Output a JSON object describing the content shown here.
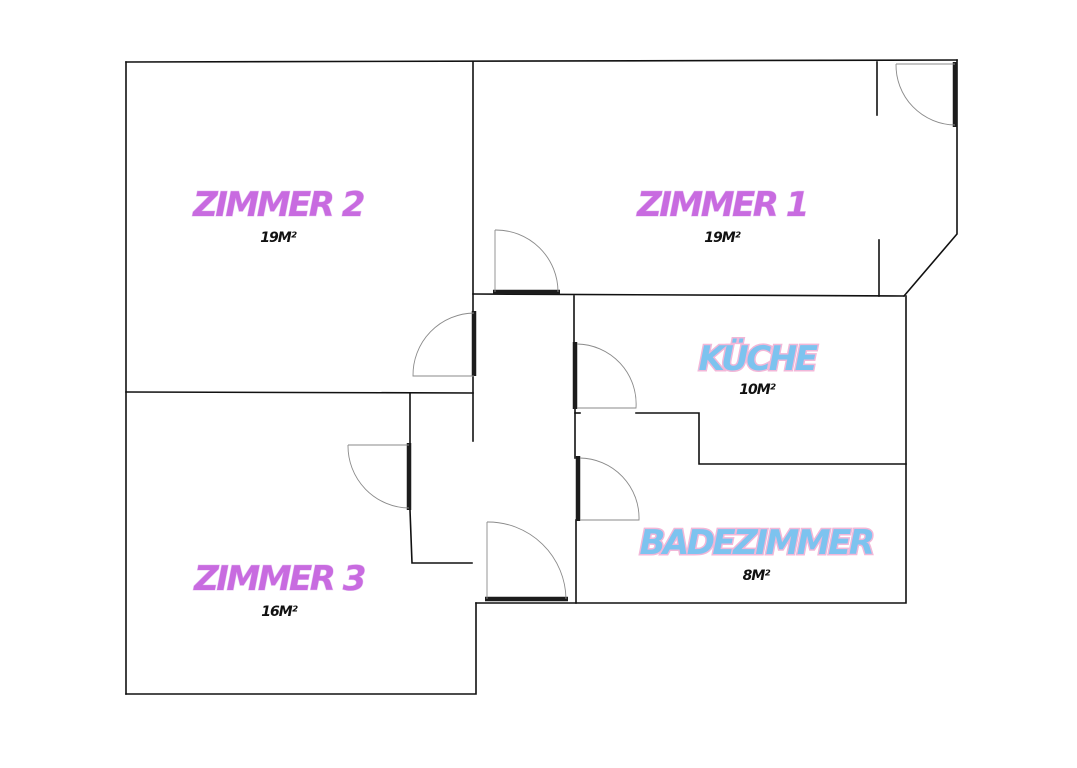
{
  "rooms": [
    {
      "id": "zimmer-2",
      "label": "ZIMMER 2",
      "area": "19M²",
      "color": "#c86be0"
    },
    {
      "id": "zimmer-1",
      "label": "ZIMMER 1",
      "area": "19M²",
      "color": "#c86be0"
    },
    {
      "id": "kueche",
      "label": "KÜCHE",
      "area": "10M²",
      "color": "#7dc3ef"
    },
    {
      "id": "badezimmer",
      "label": "BADEZIMMER",
      "area": "8M²",
      "color": "#7dc3ef"
    },
    {
      "id": "zimmer-3",
      "label": "ZIMMER 3",
      "area": "16M²",
      "color": "#c86be0"
    }
  ],
  "colors": {
    "wall": "#111111",
    "door_leaf": "#1c1c1c",
    "door_swing": "#8a8a8a",
    "bedroom_label": "#c86be0",
    "service_label": "#7dc3ef",
    "label_outline": "#f2b7d8"
  }
}
